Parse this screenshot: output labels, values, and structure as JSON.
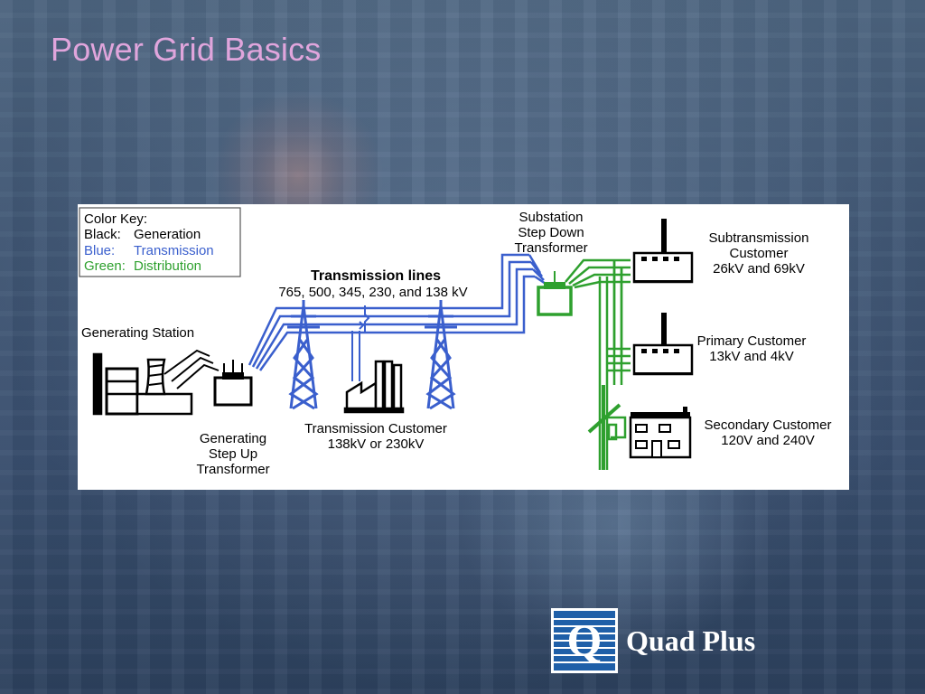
{
  "slide": {
    "title": "Power Grid Basics"
  },
  "diagram": {
    "color_key": {
      "heading": "Color Key:",
      "generation_label": "Black:",
      "generation_value": "Generation",
      "transmission_label": "Blue:",
      "transmission_value": "Transmission",
      "distribution_label": "Green:",
      "distribution_value": "Distribution"
    },
    "transmission_lines": {
      "title": "Transmission lines",
      "voltages": "765, 500, 345, 230, and 138 kV"
    },
    "generating_station": "Generating Station",
    "step_up_transformer": [
      "Generating",
      "Step Up",
      "Transformer"
    ],
    "transmission_customer": [
      "Transmission Customer",
      "138kV or 230kV"
    ],
    "substation": [
      "Substation",
      "Step Down",
      "Transformer"
    ],
    "subtransmission_customer": [
      "Subtransmission",
      "Customer",
      "26kV and 69kV"
    ],
    "primary_customer": [
      "Primary Customer",
      "13kV and 4kV"
    ],
    "secondary_customer": [
      "Secondary Customer",
      "120V and 240V"
    ],
    "colors": {
      "generation": "#000000",
      "transmission": "#3a5fcd",
      "distribution": "#2ea02e",
      "title": "#e0a5dc"
    }
  },
  "logo": {
    "name": "Quad Plus",
    "mark": "Q"
  }
}
